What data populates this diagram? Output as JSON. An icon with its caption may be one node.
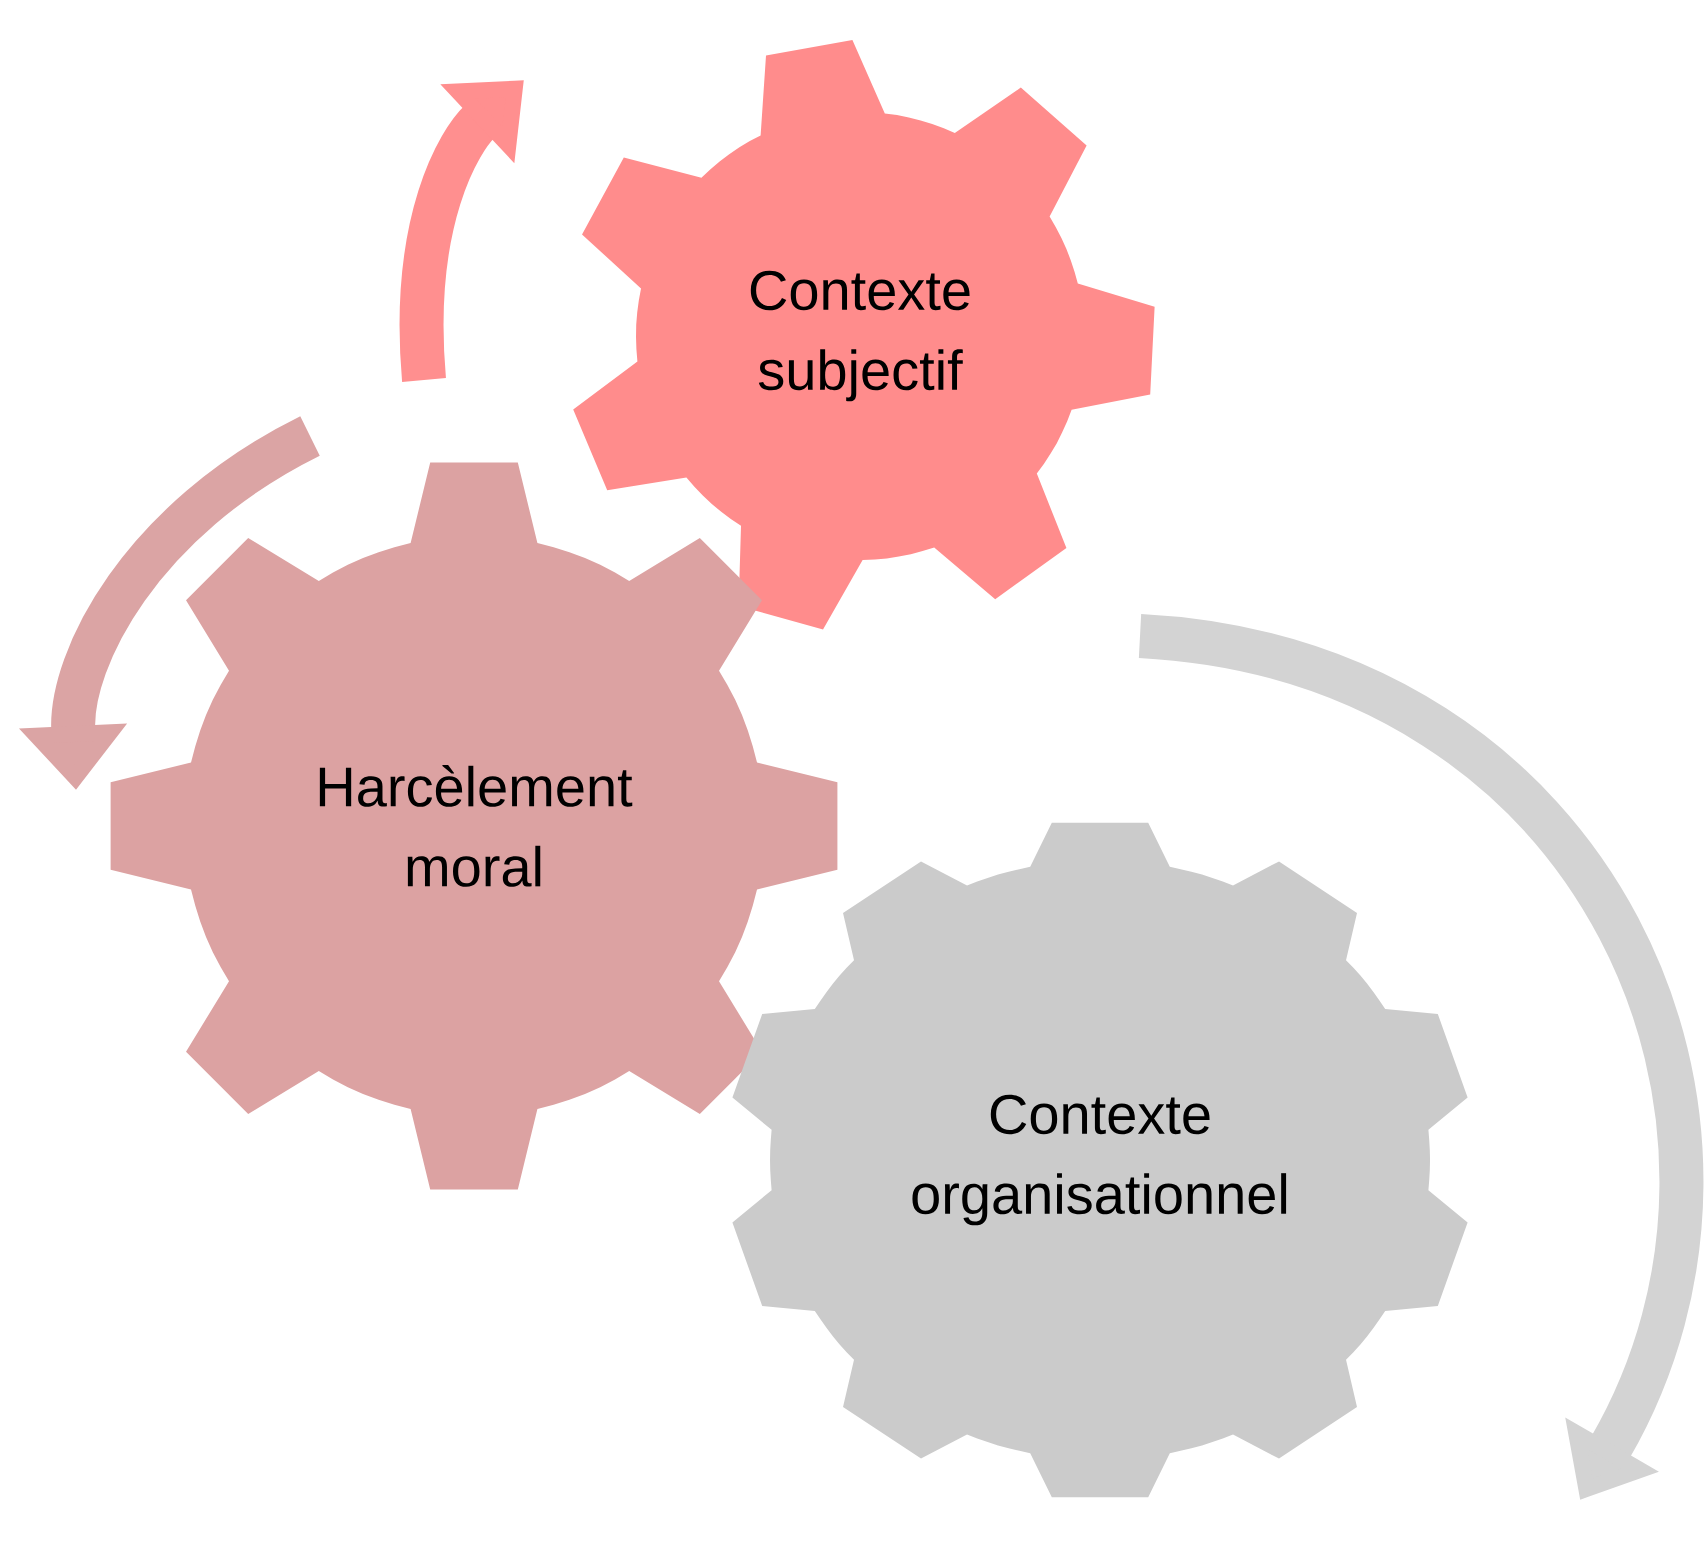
{
  "diagram": {
    "nodes": [
      {
        "text": [
          "Contexte subjectif"
        ]
      },
      {
        "text": [
          "Harcèlement moral"
        ]
      },
      {
        "text": [
          "Contexte organisationnel"
        ]
      }
    ]
  }
}
